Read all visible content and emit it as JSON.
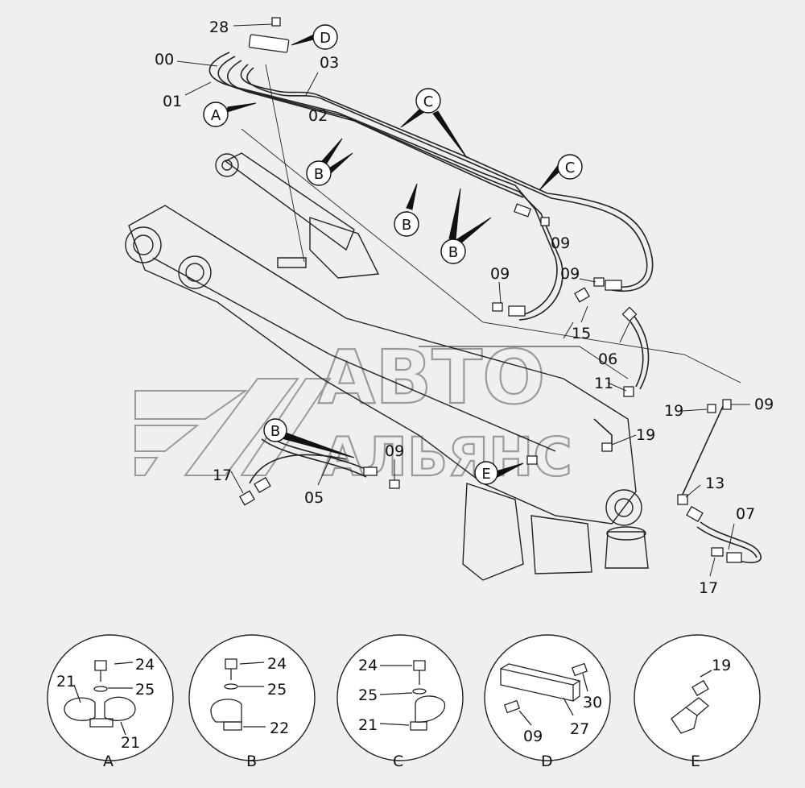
{
  "colors": {
    "background": "#efefef",
    "line": "#222222",
    "watermark": "#9a9a9a"
  },
  "watermark": {
    "line1": "АВТО",
    "line2": "АЛЬЯНС"
  },
  "part_labels": {
    "p28": "28",
    "p00": "00",
    "p01": "01",
    "p03": "03",
    "p02": "02",
    "p09a": "09",
    "p09b": "09",
    "p09c": "09",
    "p09d": "09",
    "p09e": "09",
    "p15": "15",
    "p06": "06",
    "p11": "11",
    "p19a": "19",
    "p19b": "19",
    "p13": "13",
    "p07": "07",
    "p17a": "17",
    "p17b": "17",
    "p05": "05"
  },
  "callouts": {
    "D": "D",
    "A": "A",
    "C1": "C",
    "C2": "C",
    "B1": "B",
    "B2": "B",
    "B3": "B",
    "B4": "B",
    "E": "E"
  },
  "details": [
    {
      "caption": "A",
      "labels": [
        "24",
        "25",
        "21",
        "21"
      ]
    },
    {
      "caption": "B",
      "labels": [
        "24",
        "25",
        "22"
      ]
    },
    {
      "caption": "C",
      "labels": [
        "24",
        "25",
        "21"
      ]
    },
    {
      "caption": "D",
      "labels": [
        "30",
        "27",
        "09"
      ]
    },
    {
      "caption": "E",
      "labels": [
        "19"
      ]
    }
  ]
}
